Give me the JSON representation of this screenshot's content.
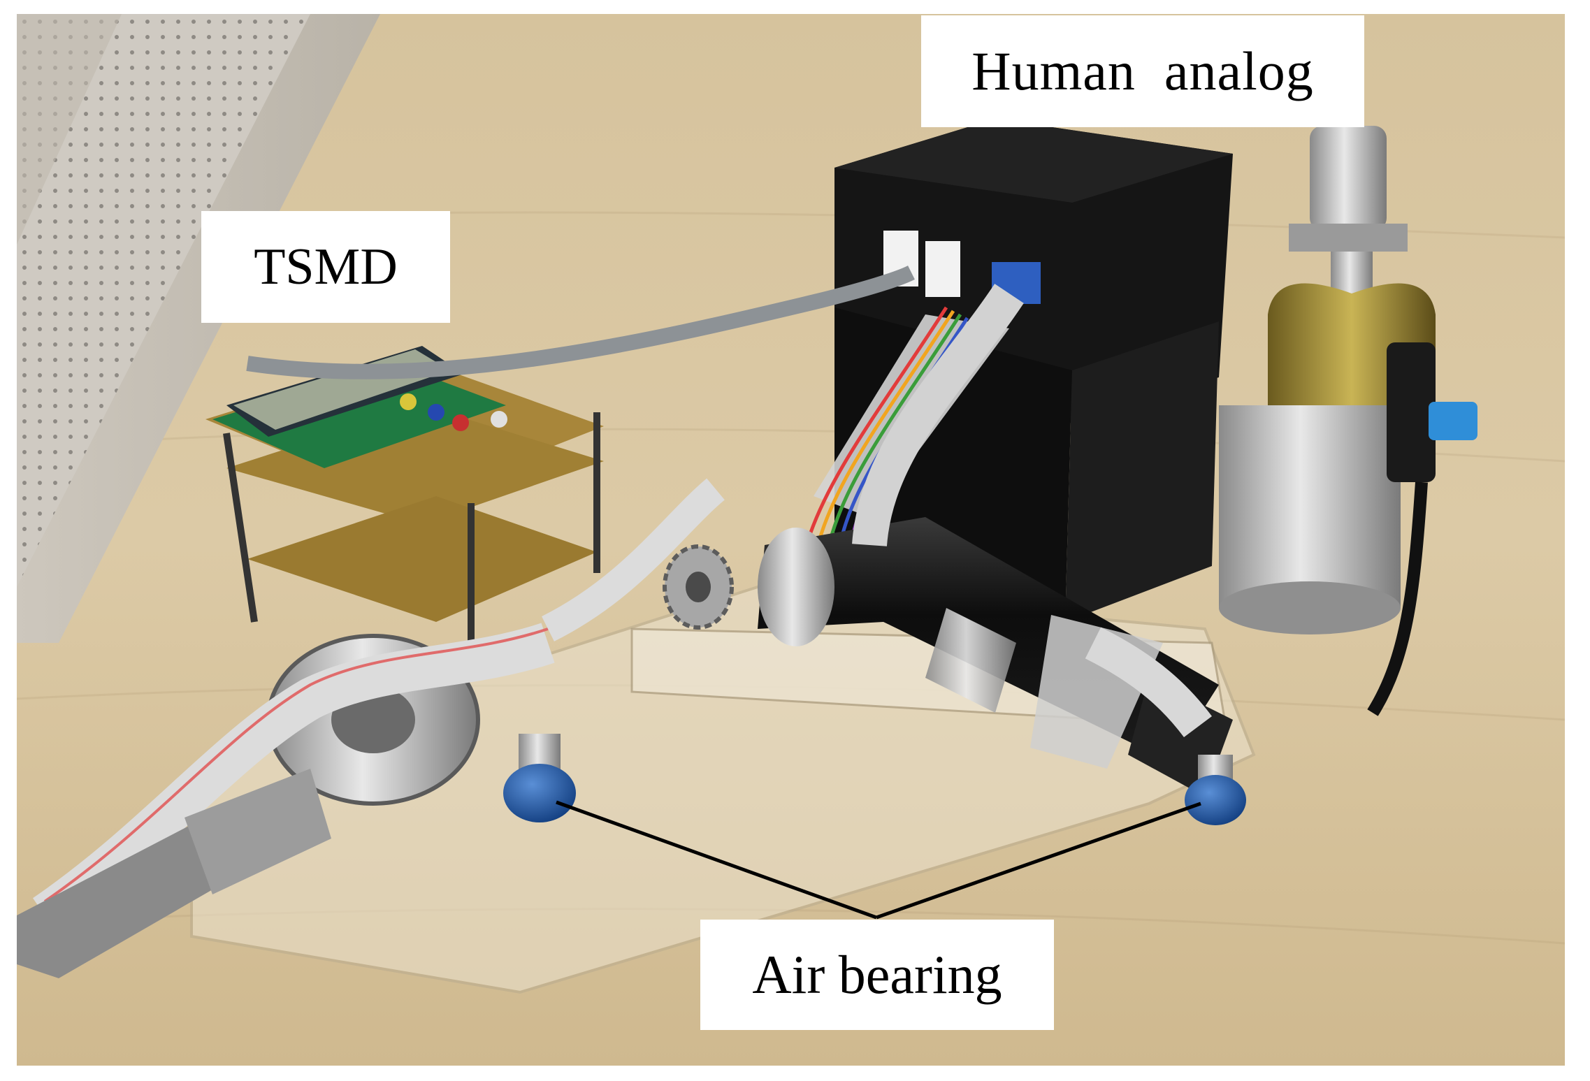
{
  "labels": {
    "human_analog": "Human  analog",
    "tsmd": "TSMD",
    "air_bearing": "Air bearing"
  },
  "colors": {
    "background": "#ffffff",
    "table": "#d9c7a3",
    "label_bg": "#ffffff",
    "pointer_line": "#000000",
    "air_bearing_puck": "#1f5aa6"
  }
}
